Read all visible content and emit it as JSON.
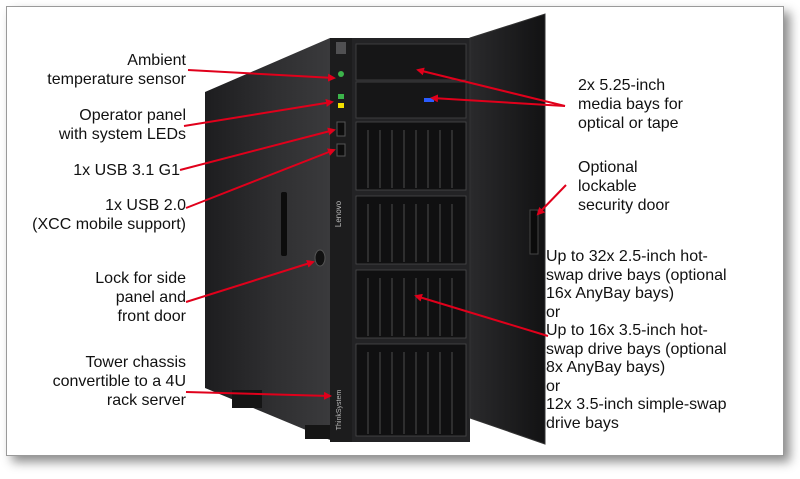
{
  "labels_left": [
    {
      "lines": [
        "Ambient",
        "temperature sensor"
      ]
    },
    {
      "lines": [
        "Operator panel",
        "with system LEDs"
      ]
    },
    {
      "lines": [
        "1x USB 3.1 G1"
      ]
    },
    {
      "lines": [
        "1x USB 2.0",
        "(XCC mobile support)"
      ]
    },
    {
      "lines": [
        "Lock for side",
        "panel and",
        "front door"
      ]
    },
    {
      "lines": [
        "Tower chassis",
        "convertible to a 4U",
        "rack server"
      ]
    }
  ],
  "labels_right": [
    {
      "lines": [
        "2x 5.25-inch",
        "media bays for",
        "optical or tape"
      ]
    },
    {
      "lines": [
        "Optional",
        "lockable",
        "security door"
      ]
    },
    {
      "lines": [
        "Up to 32x 2.5-inch hot-",
        "swap drive bays (optional",
        "16x AnyBay bays)",
        "or",
        "Up to 16x 3.5-inch hot-",
        "swap drive bays (optional",
        "8x AnyBay bays)",
        "or",
        "12x 3.5-inch simple-swap",
        "drive bays"
      ]
    }
  ],
  "brand": {
    "lenovo": "Lenovo",
    "thinksystem": "ThinkSystem"
  },
  "colors": {
    "arrow": "#e0001b",
    "chassis": "#2b2b2d",
    "bezel": "#1a1a1b"
  }
}
